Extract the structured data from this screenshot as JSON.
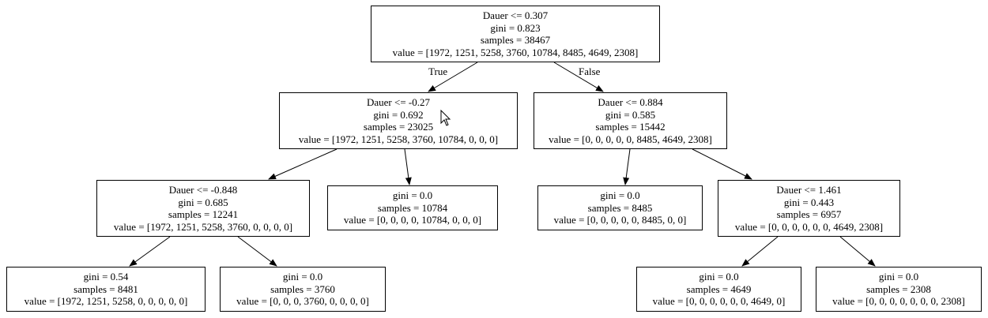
{
  "tree": {
    "root": {
      "split": "Dauer <= 0.307",
      "gini": "gini = 0.823",
      "samples": "samples = 38467",
      "value": "value = [1972, 1251, 5258, 3760, 10784, 8485, 4649, 2308]"
    },
    "l1_left": {
      "split": "Dauer <= -0.27",
      "gini": "gini = 0.692",
      "samples": "samples = 23025",
      "value": "value = [1972, 1251, 5258, 3760, 10784, 0, 0, 0]"
    },
    "l1_right": {
      "split": "Dauer <= 0.884",
      "gini": "gini = 0.585",
      "samples": "samples = 15442",
      "value": "value = [0, 0, 0, 0, 0, 8485, 4649, 2308]"
    },
    "l2_ll": {
      "split": "Dauer <= -0.848",
      "gini": "gini = 0.685",
      "samples": "samples = 12241",
      "value": "value = [1972, 1251, 5258, 3760, 0, 0, 0, 0]"
    },
    "l2_lr": {
      "gini": "gini = 0.0",
      "samples": "samples = 10784",
      "value": "value = [0, 0, 0, 0, 10784, 0, 0, 0]"
    },
    "l2_rl": {
      "gini": "gini = 0.0",
      "samples": "samples = 8485",
      "value": "value = [0, 0, 0, 0, 0, 8485, 0, 0]"
    },
    "l2_rr": {
      "split": "Dauer <= 1.461",
      "gini": "gini = 0.443",
      "samples": "samples = 6957",
      "value": "value = [0, 0, 0, 0, 0, 0, 4649, 2308]"
    },
    "l3_a": {
      "gini": "gini = 0.54",
      "samples": "samples = 8481",
      "value": "value = [1972, 1251, 5258, 0, 0, 0, 0, 0]"
    },
    "l3_b": {
      "gini": "gini = 0.0",
      "samples": "samples = 3760",
      "value": "value = [0, 0, 0, 3760, 0, 0, 0, 0]"
    },
    "l3_c": {
      "gini": "gini = 0.0",
      "samples": "samples = 4649",
      "value": "value = [0, 0, 0, 0, 0, 0, 4649, 0]"
    },
    "l3_d": {
      "gini": "gini = 0.0",
      "samples": "samples = 2308",
      "value": "value = [0, 0, 0, 0, 0, 0, 0, 2308]"
    }
  },
  "edge_labels": {
    "true_label": "True",
    "false_label": "False"
  },
  "colors": {
    "line": "#000000",
    "node_fill": "#ffffff"
  },
  "icons": {
    "cursor": "mouse-pointer-icon"
  }
}
